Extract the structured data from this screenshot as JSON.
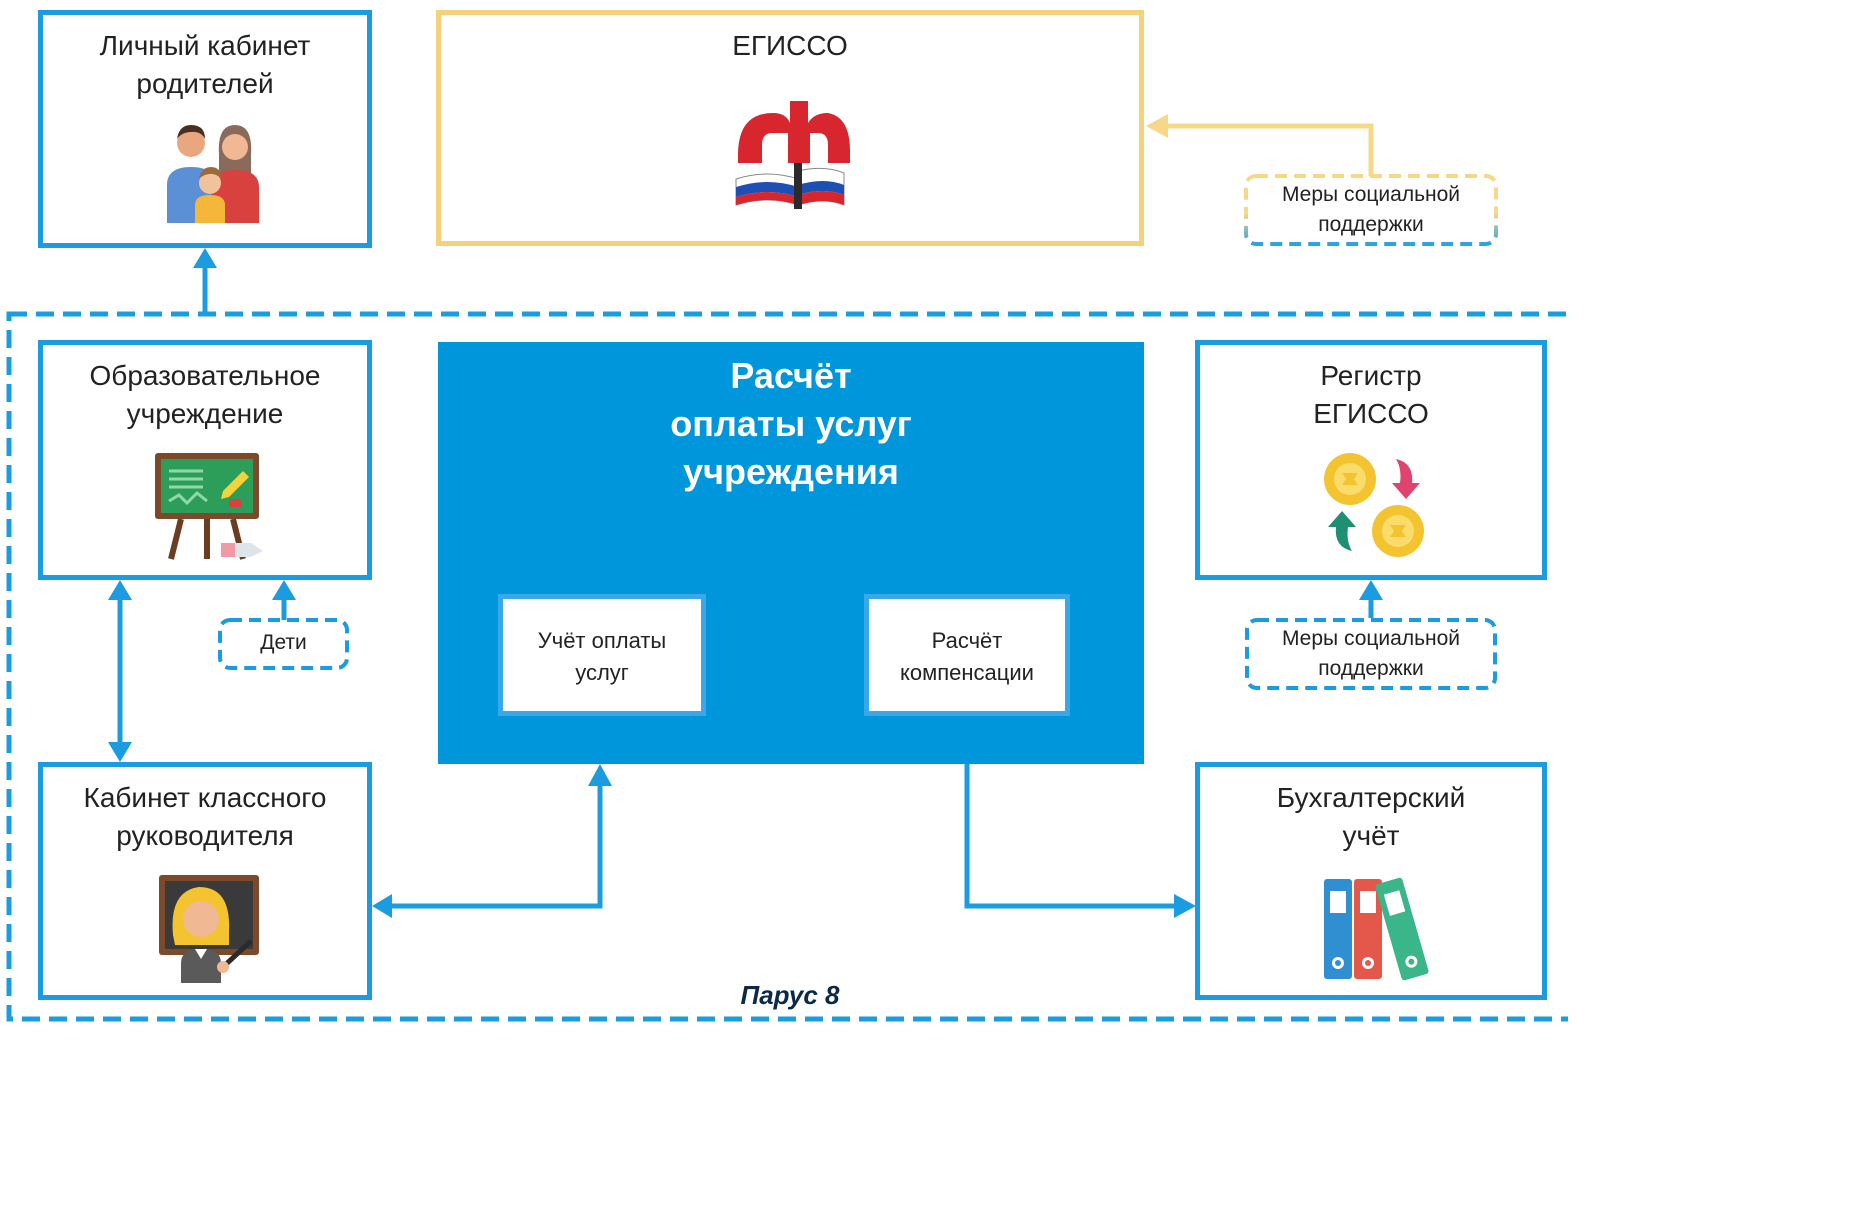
{
  "boxes": {
    "parents_cabinet": {
      "title": "Личный кабинет родителей",
      "icon": "family-icon"
    },
    "egisso": {
      "title": "ЕГИССО",
      "icon": "pfr-logo"
    },
    "school": {
      "title": "Образовательное учреждение",
      "icon": "chalkboard-icon"
    },
    "teacher_cabinet": {
      "title": "Кабинет классного руководителя",
      "icon": "teacher-icon"
    },
    "egisso_register": {
      "title": "Регистр ЕГИССО",
      "icon": "coin-exchange-icon"
    },
    "accounting": {
      "title": "Бухгалтерский учёт",
      "icon": "binders-icon"
    }
  },
  "center": {
    "title": "Расчёт оплаты услуг учреждения",
    "payment_accounting": "Учёт оплаты услуг",
    "compensation_calc": "Расчёт компенсации"
  },
  "labels": {
    "children": "Дети",
    "social_support_top": "Меры социальной поддержки",
    "social_support_bottom": "Меры социальной поддержки"
  },
  "footer": "Парус 8",
  "colors": {
    "primary_blue": "#1b9be0",
    "center_fill": "#0096db",
    "egisso_border": "#f5d27a"
  }
}
